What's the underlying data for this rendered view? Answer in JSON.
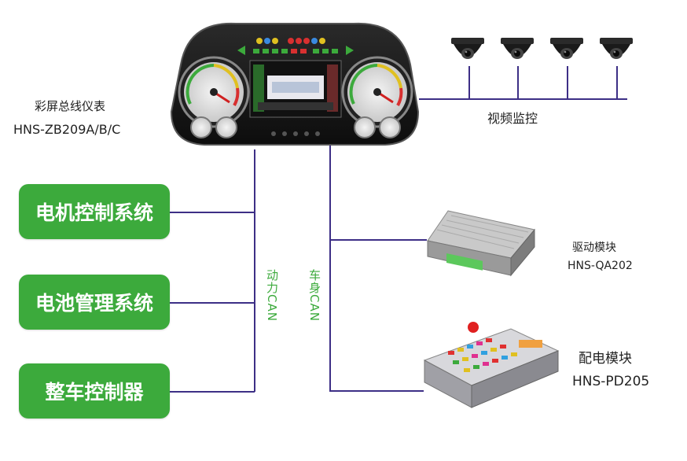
{
  "dashboard": {
    "label_cn": "彩屏总线仪表",
    "label_model": "HNS-ZB209A/B/C"
  },
  "video": {
    "label": "视频监控",
    "camera_count": 4
  },
  "systems": [
    {
      "label": "电机控制系统"
    },
    {
      "label": "电池管理系统"
    },
    {
      "label": "整车控制器"
    }
  ],
  "buses": {
    "power_can": "动力CAN",
    "body_can": "车身CAN"
  },
  "drive_module": {
    "label_cn": "驱动模块",
    "label_model": "HNS-QA202"
  },
  "distribution_module": {
    "label_cn": "配电模块",
    "label_model": "HNS-PD205"
  },
  "colors": {
    "green": "#3caa3c",
    "line": "#3d2f86",
    "dash_body": "#1a1a1a"
  }
}
